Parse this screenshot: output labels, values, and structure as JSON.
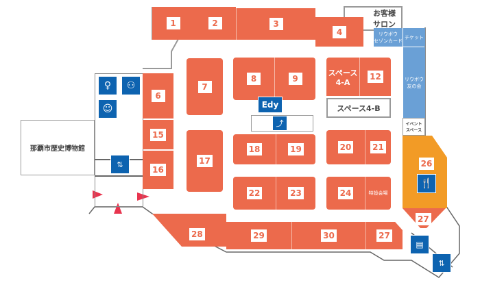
{
  "shops": {
    "s1": "1",
    "s2": "2",
    "s3": "3",
    "s4": "4",
    "s6": "6",
    "s7": "7",
    "s8": "8",
    "s9": "9",
    "s12": "12",
    "s15": "15",
    "s16": "16",
    "s17": "17",
    "s18": "18",
    "s19": "19",
    "s20": "20",
    "s21": "21",
    "s22": "22",
    "s23": "23",
    "s24": "24",
    "s26": "26",
    "s27a": "27",
    "s27b": "27",
    "s28": "28",
    "s29": "29",
    "s30": "30"
  },
  "areas": {
    "salon": "お客様\nサロン",
    "seizon": "リウボウ\nセゾンカード",
    "ticket": "チケット",
    "tomo": "リウボウ\n友の会",
    "event": "イベント\nスペース",
    "space4a": "スペース\n4-A",
    "space4b": "スペース4-B",
    "special": "特設会場",
    "museum": "那覇市歴史博物館",
    "edy": "Edy"
  },
  "colors": {
    "shop": "#ec6a4c",
    "restaurant": "#f29b26",
    "service": "#6aa0d6",
    "icon": "#0d63b0",
    "entrance": "#e8344e"
  }
}
